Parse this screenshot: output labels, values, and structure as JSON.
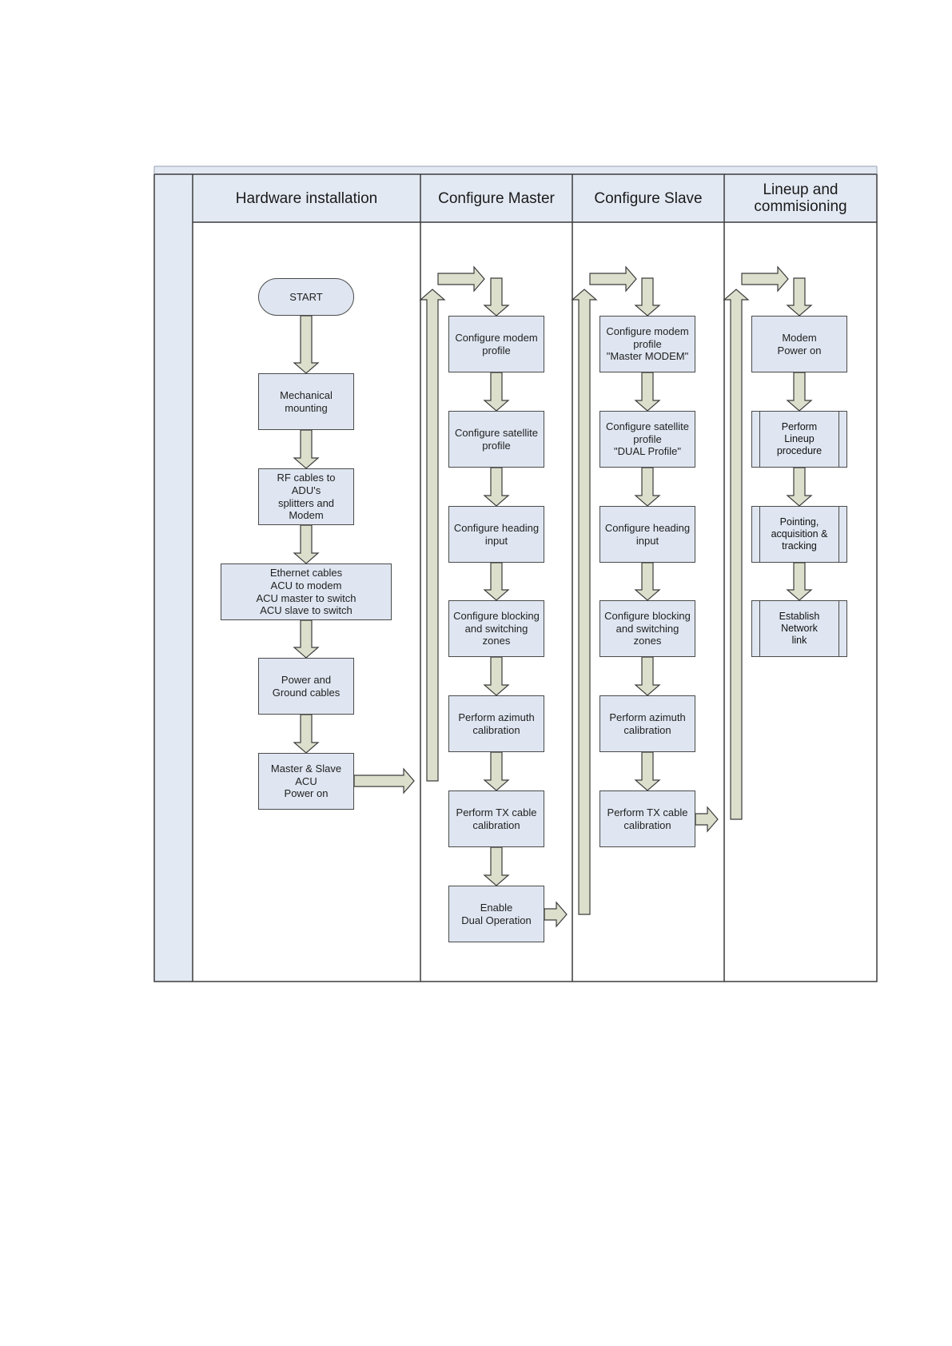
{
  "lanes": [
    {
      "title": "Hardware installation"
    },
    {
      "title": "Configure Master"
    },
    {
      "title": "Configure Slave"
    },
    {
      "title": "Lineup and\ncommisioning"
    }
  ],
  "hardware": {
    "start": "START",
    "mechanical": "Mechanical\nmounting",
    "rf_cables": "RF cables to\nADU's\nsplitters and\nModem",
    "ethernet": "Ethernet cables\nACU to modem\nACU master to switch\nACU slave to switch",
    "power_ground": "Power and\nGround cables",
    "acu_power": "Master & Slave\nACU\nPower on"
  },
  "master": {
    "modem_profile": "Configure modem\nprofile",
    "satellite_profile": "Configure satellite\nprofile",
    "heading": "Configure heading\ninput",
    "blocking": "Configure blocking\nand switching\nzones",
    "azimuth": "Perform azimuth\ncalibration",
    "tx_cable": "Perform TX cable\ncalibration",
    "dual_op": "Enable\nDual Operation"
  },
  "slave": {
    "modem_profile": "Configure modem\nprofile\n\"Master MODEM\"",
    "satellite_profile": "Configure satellite\nprofile\n\"DUAL Profile\"",
    "heading": "Configure heading\ninput",
    "blocking": "Configure blocking\nand switching\nzones",
    "azimuth": "Perform azimuth\ncalibration",
    "tx_cable": "Perform TX cable\ncalibration"
  },
  "lineup": {
    "modem_power": "Modem\nPower on",
    "lineup_proc": "Perform\nLineup\nprocedure",
    "pointing": "Pointing,\nacquisition &\ntracking",
    "network": "Establish\nNetwork\nlink"
  },
  "colors": {
    "lane_fill": "#e3e9f3",
    "box_fill": "#dfe6f1",
    "arrow_fill": "#dcdfcc",
    "line": "#3c3c3c"
  }
}
